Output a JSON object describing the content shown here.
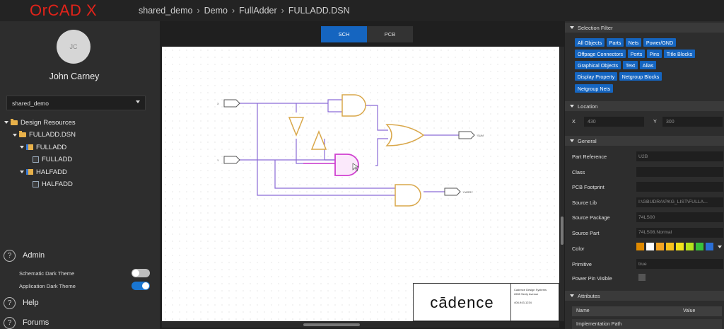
{
  "app": {
    "logo": "OrCAD X"
  },
  "breadcrumb": [
    "shared_demo",
    "Demo",
    "FullAdder",
    "FULLADD.DSN"
  ],
  "user": {
    "initials": "JC",
    "name": "John Carney"
  },
  "workspace": {
    "selected": "shared_demo"
  },
  "tree": [
    {
      "label": "Design Resources",
      "kind": "folder",
      "level": 0
    },
    {
      "label": "FULLADD.DSN",
      "kind": "folder",
      "level": 1
    },
    {
      "label": "FULLADD",
      "kind": "folderdoc",
      "level": 2
    },
    {
      "label": "FULLADD",
      "kind": "doc",
      "level": 3
    },
    {
      "label": "HALFADD",
      "kind": "folderdoc",
      "level": 2
    },
    {
      "label": "HALFADD",
      "kind": "doc",
      "level": 3
    }
  ],
  "sidebar_bottom": {
    "admin": "Admin",
    "schematic_dark": {
      "label": "Schematic Dark Theme",
      "on": false
    },
    "app_dark": {
      "label": "Application Dark Theme",
      "on": true
    },
    "help": "Help",
    "forums": "Forums"
  },
  "canvas": {
    "tabs": [
      {
        "label": "SCH",
        "active": true
      },
      {
        "label": "PCB",
        "active": false
      }
    ],
    "title_block_logo": "cādence",
    "title_block_info": [
      "Cadence Design Systems",
      "2655 Seely Avenue",
      "408-943-1234"
    ],
    "net_labels": {
      "x": "X",
      "y": "Y",
      "sum": "SUM",
      "carry": "CARRY"
    }
  },
  "selection_filter": {
    "title": "Selection Filter",
    "chips": [
      [
        "All Objects",
        "Parts",
        "Nets",
        "Power/GND"
      ],
      [
        "Offpage Connectors",
        "Ports",
        "Pins",
        "Title Blocks"
      ],
      [
        "Graphical Objects",
        "Text",
        "Alias"
      ],
      [
        "Display Property",
        "Netgroup Blocks"
      ],
      [
        "Netgroup Nets"
      ]
    ]
  },
  "location": {
    "title": "Location",
    "x_label": "X",
    "x_value": "430",
    "y_label": "Y",
    "y_value": "300"
  },
  "general": {
    "title": "General",
    "props": [
      {
        "label": "Part Reference",
        "value": "U2B"
      },
      {
        "label": "Class",
        "value": ""
      },
      {
        "label": "PCB Footprint",
        "value": ""
      },
      {
        "label": "Source Lib",
        "value": "I:\\GBUDRA\\PKG_LIST\\FULLA..."
      },
      {
        "label": "Source Package",
        "value": "74LS00"
      },
      {
        "label": "Source Part",
        "value": "74LS08.Normal"
      }
    ],
    "color_label": "Color",
    "colors": [
      "#e08a00",
      "#ffffff",
      "#f5a623",
      "#f8c21c",
      "#f2e21b",
      "#b6e31b",
      "#38c23a",
      "#2b6fd6"
    ],
    "primitive_label": "Primitive",
    "primitive_value": "true",
    "power_pin_label": "Power Pin Visible"
  },
  "attributes": {
    "title": "Attributes",
    "col_name": "Name",
    "col_value": "Value",
    "row": "Implementation Path"
  }
}
